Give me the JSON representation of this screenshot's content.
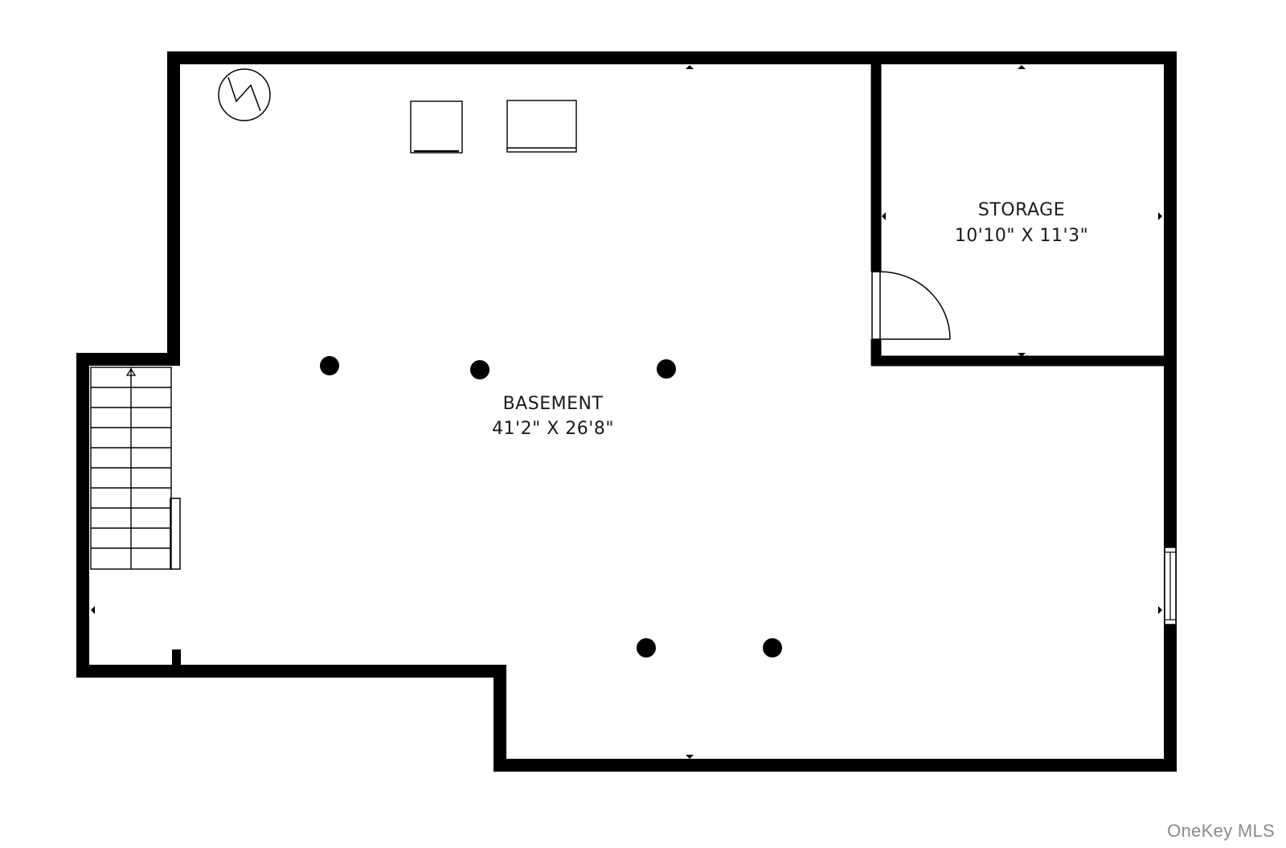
{
  "rooms": {
    "basement": {
      "name": "BASEMENT",
      "dimensions": "41'2\" X 26'8\""
    },
    "storage": {
      "name": "STORAGE",
      "dimensions": "10'10\" X 11'3\""
    }
  },
  "watermark": "OneKey MLS",
  "colors": {
    "wall": "#000000",
    "background": "#ffffff",
    "watermark": "#8a8a8a"
  },
  "icons": {
    "electrical_panel": "electrical-panel-icon",
    "stair_direction": "stair-up-arrow-icon"
  }
}
